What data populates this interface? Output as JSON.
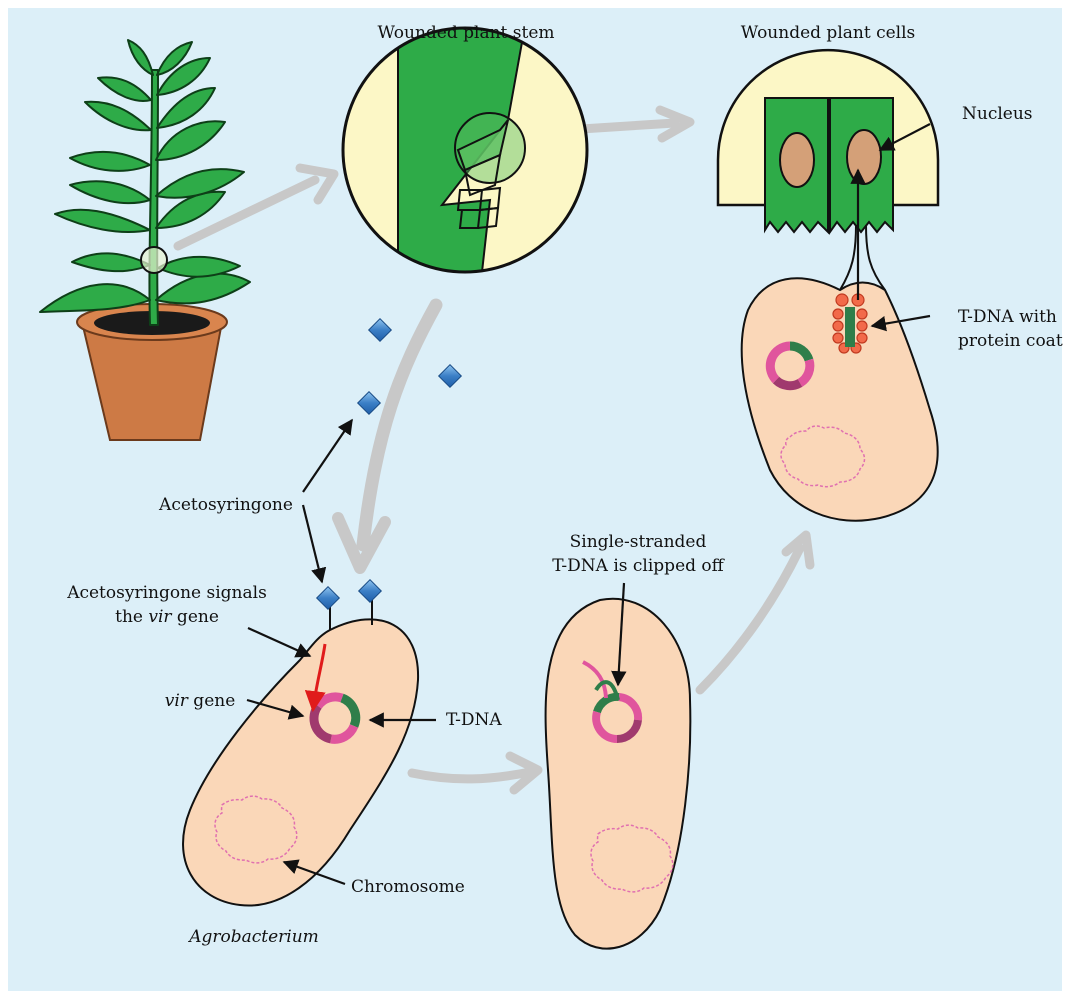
{
  "labels": {
    "wounded_stem": "Wounded plant stem",
    "wounded_cells": "Wounded plant cells",
    "nucleus": "Nucleus",
    "tdna_coat_line1": "T-DNA with",
    "tdna_coat_line2": "protein coat",
    "acetosyringone": "Acetosyringone",
    "signals_line1": "Acetosyringone signals",
    "signals_line2_pre": "the ",
    "signals_line2_italic": "vir",
    "signals_line2_post": " gene",
    "vir_gene_italic": "vir",
    "vir_gene_post": " gene",
    "tdna": "T-DNA",
    "single_line1": "Single-stranded",
    "single_line2": "T-DNA is clipped off",
    "chromosome": "Chromosome",
    "agrobacterium": "Agrobacterium"
  },
  "colors": {
    "background": "#dceff8",
    "flow_arrow": "#c8c8c8",
    "bacterium_fill": "#fad7b8",
    "plant_green": "#2eab48",
    "plant_light": "#5bbf62",
    "leaf_dark_outline": "#111111",
    "yellow_zoom": "#fcf7c6",
    "nucleus_fill": "#d4a078",
    "pot": "#cd7a45",
    "acetosyringone_blue": "#3b7fc6",
    "plasmid_pink": "#e0559d",
    "plasmid_purple": "#a03a6e",
    "tdna_green": "#2f7e4a",
    "chromosome_pink": "#e070b0",
    "signal_red": "#e01b1b",
    "protein_coat": "#f26a4a"
  },
  "icons": {
    "plant": "plant-in-pot-icon",
    "acetosyringone": "blue-diamond-molecule-icon"
  }
}
